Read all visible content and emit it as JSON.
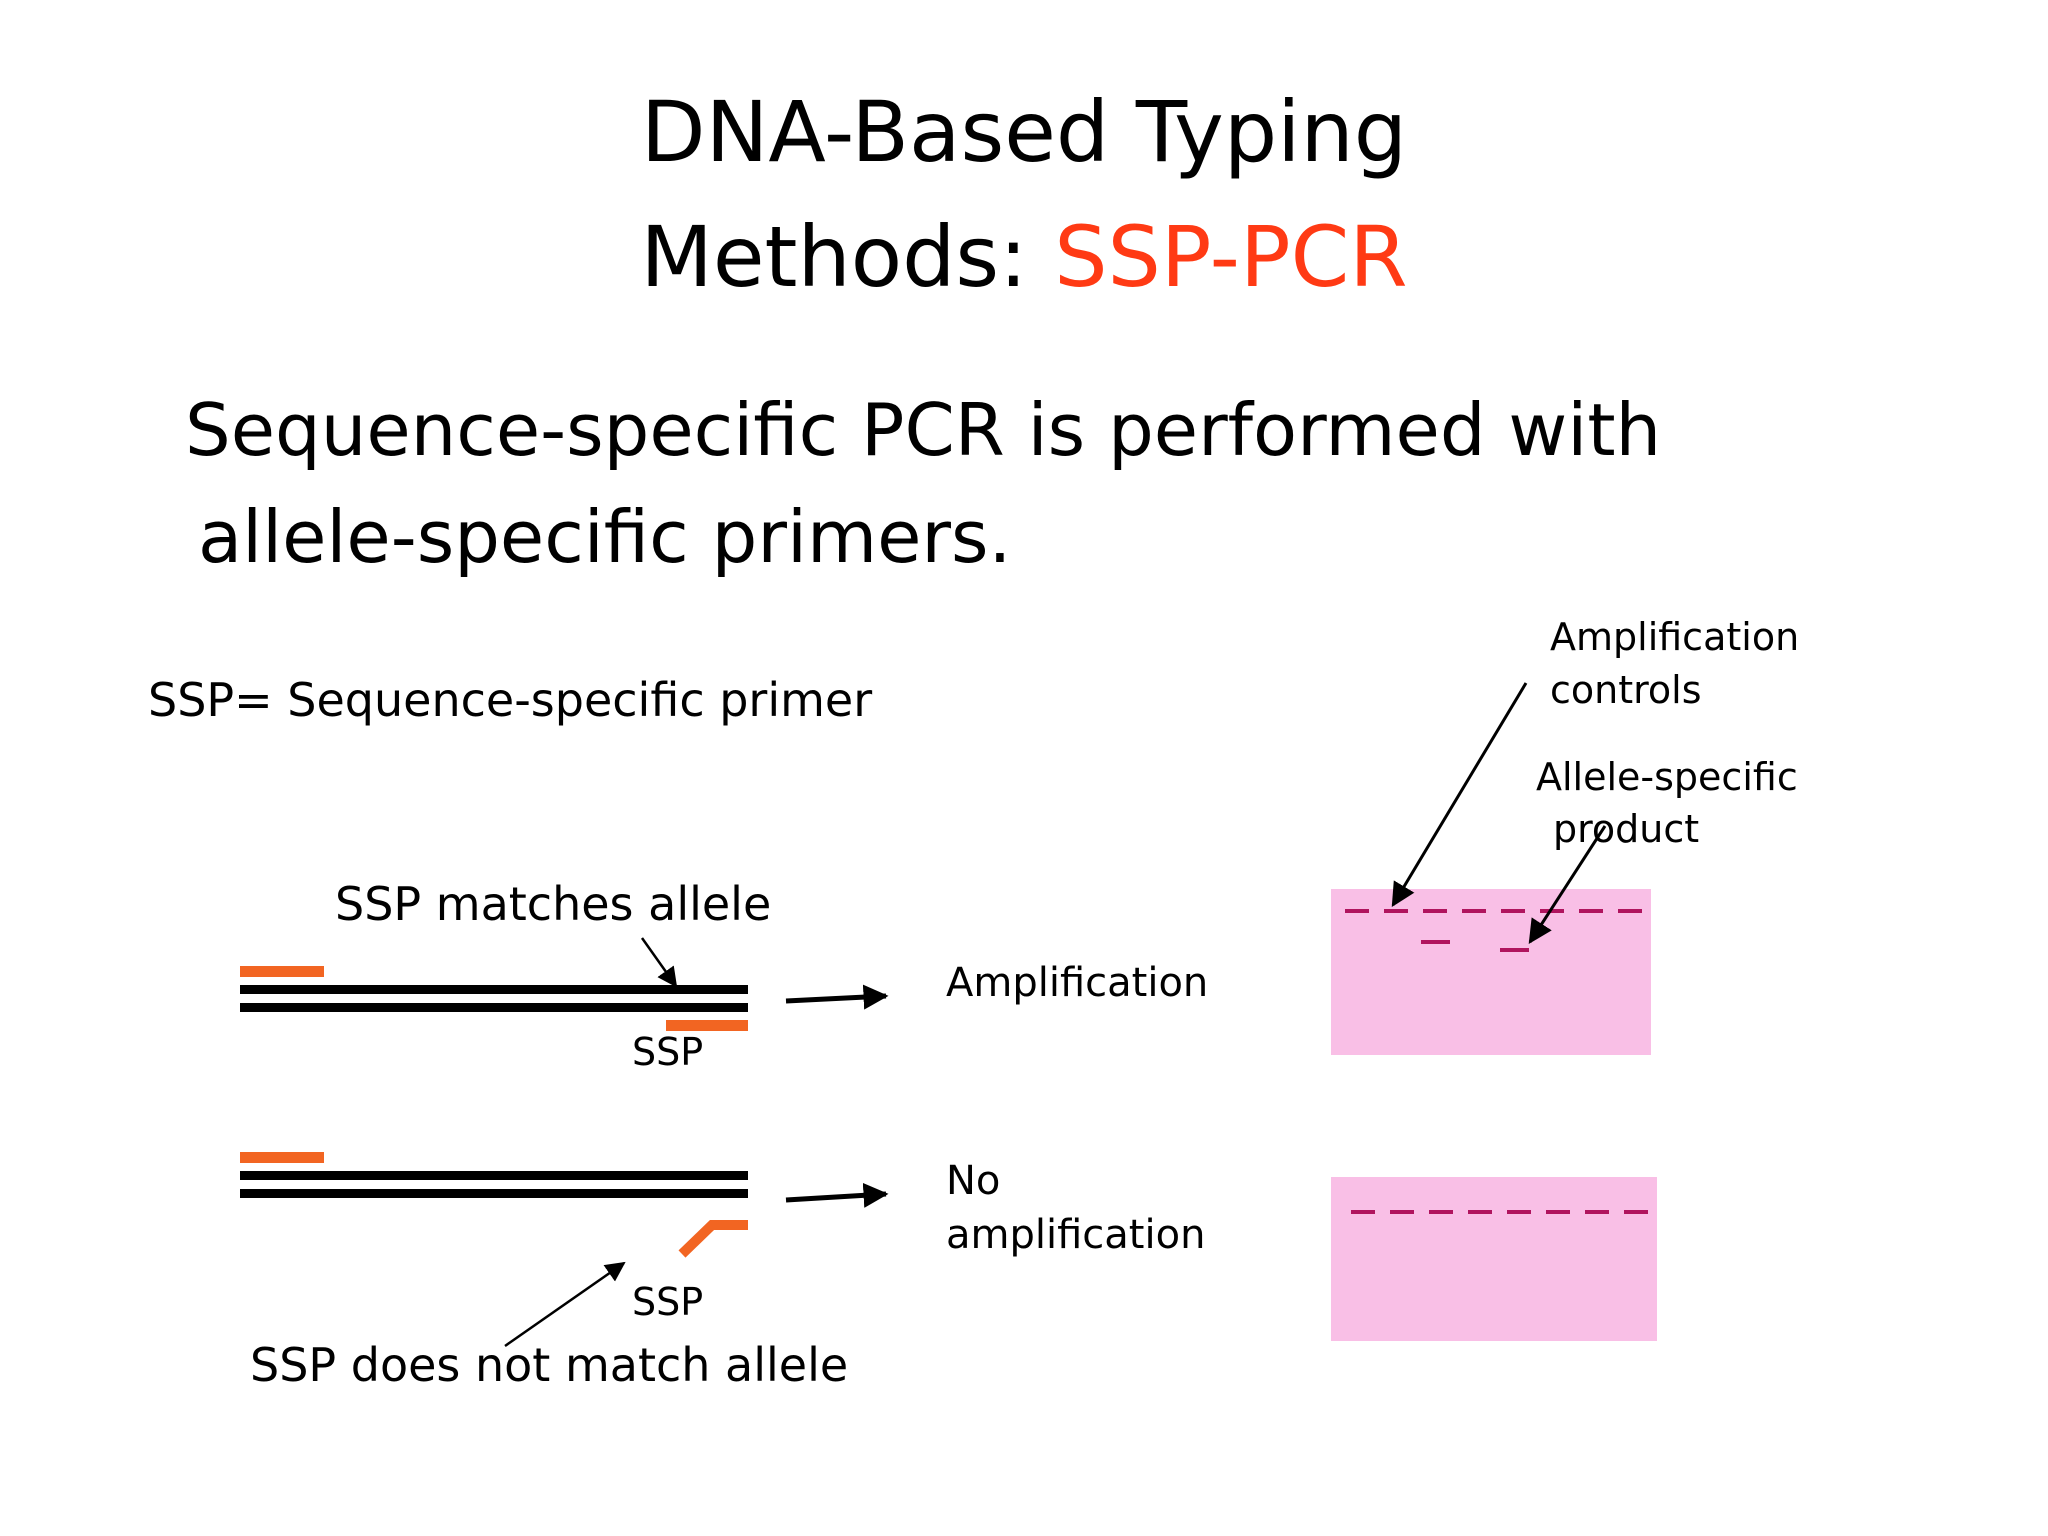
{
  "title": {
    "line1": "DNA-Based Typing",
    "line2_prefix": "Methods: ",
    "line2_accent": "SSP-PCR",
    "accent_color": "#ff3a14"
  },
  "lead": {
    "line1": "Sequence-specific PCR is performed with",
    "line2": "allele-specific primers."
  },
  "definition": "SSP= Sequence-specific primer",
  "top_case": {
    "caption": "SSP matches allele",
    "primer_label": "SSP",
    "result": "Amplification"
  },
  "bottom_case": {
    "caption": "SSP does not match allele",
    "primer_label": "SSP",
    "result_line1": "No",
    "result_line2": "amplification"
  },
  "gel_labels": {
    "controls_line1": "Amplification",
    "controls_line2": "controls",
    "product_line1": "Allele-specific",
    "product_line2": "product"
  },
  "colors": {
    "primer": "#f26522",
    "dna": "#000000",
    "gel": "#f9bfe6",
    "band": "#b0145e"
  }
}
